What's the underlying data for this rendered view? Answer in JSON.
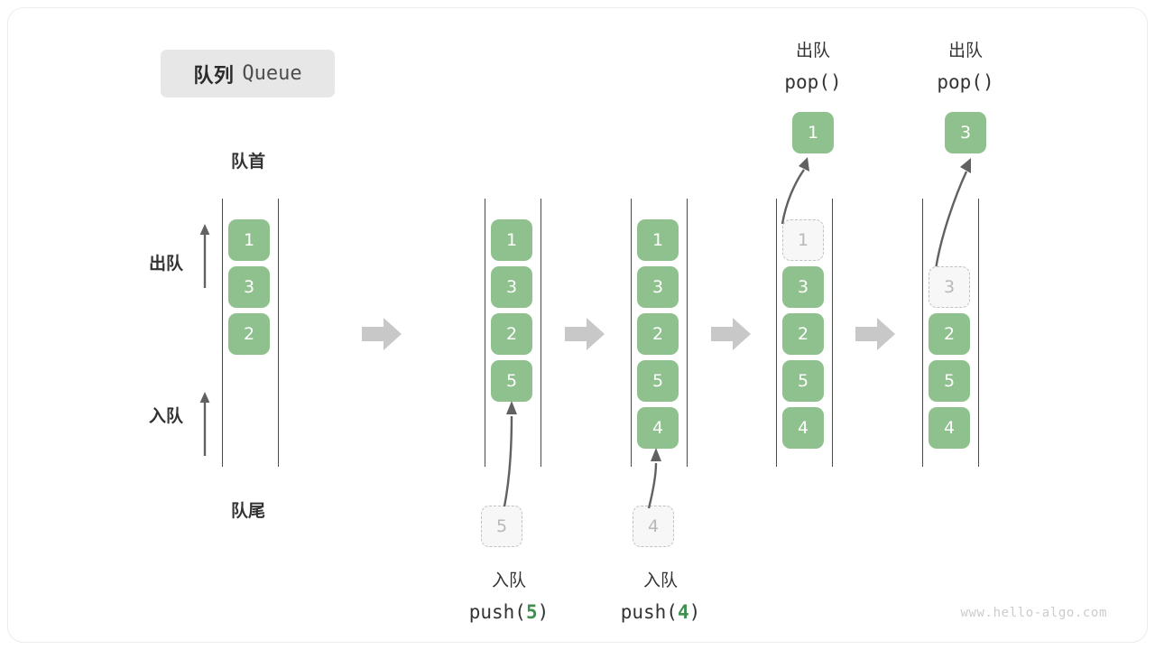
{
  "figure": {
    "title_cn": "队列",
    "title_en": "Queue",
    "watermark": "www.hello-algo.com"
  },
  "labels": {
    "front": "队首",
    "rear": "队尾",
    "dequeue": "出队",
    "enqueue": "入队"
  },
  "colors": {
    "cell_fill": "#8ec18d",
    "cell_text": "#ffffff",
    "ghost_fill": "#f7f7f7",
    "ghost_border": "#c2c2c2",
    "ghost_text": "#b8b8b8",
    "rail": "#4a4a4a",
    "arrow": "#616161",
    "step_arrow": "#c8c8c8",
    "accent_num": "#3f8f4f",
    "chip_bg": "#e7e7e7"
  },
  "chart_data": {
    "type": "diagram",
    "title": "队列 Queue",
    "description": "Queue push/pop sequence shown as five vertical states read top(front) to bottom(rear)",
    "states": [
      {
        "id": "initial",
        "cells": [
          "1",
          "3",
          "2"
        ],
        "ghost_index": null
      },
      {
        "id": "push5",
        "cells": [
          "1",
          "3",
          "2",
          "5"
        ],
        "ghost_index": null
      },
      {
        "id": "push4",
        "cells": [
          "1",
          "3",
          "2",
          "5",
          "4"
        ],
        "ghost_index": null
      },
      {
        "id": "pop1",
        "cells": [
          "1",
          "3",
          "2",
          "5",
          "4"
        ],
        "ghost_index": 0
      },
      {
        "id": "pop3",
        "cells": [
          "3",
          "2",
          "5",
          "4"
        ],
        "ghost_index": 0
      }
    ],
    "operations": [
      {
        "after_state": "initial",
        "op": "push",
        "arg": "5",
        "label_cn": "入队",
        "label_code": "push(5)",
        "incoming_ghost": "5"
      },
      {
        "after_state": "push5",
        "op": "push",
        "arg": "4",
        "label_cn": "入队",
        "label_code": "push(4)",
        "incoming_ghost": "4"
      },
      {
        "after_state": "push4",
        "op": "pop",
        "arg": "",
        "label_cn": "出队",
        "label_code": "pop()",
        "popped_value": "1"
      },
      {
        "after_state": "pop1",
        "op": "pop",
        "arg": "",
        "label_cn": "出队",
        "label_code": "pop()",
        "popped_value": "3"
      }
    ]
  },
  "columns": {
    "c1": {
      "cells": [
        "1",
        "3",
        "2"
      ]
    },
    "c2": {
      "cells": [
        "1",
        "3",
        "2",
        "5"
      ],
      "incoming": "5",
      "caption_cn": "入队",
      "caption_code_pre": "push(",
      "caption_code_num": "5",
      "caption_code_post": ")"
    },
    "c3": {
      "cells": [
        "1",
        "3",
        "2",
        "5",
        "4"
      ],
      "incoming": "4",
      "caption_cn": "入队",
      "caption_code_pre": "push(",
      "caption_code_num": "4",
      "caption_code_post": ")"
    },
    "c4": {
      "ghost": "1",
      "cells": [
        "3",
        "2",
        "5",
        "4"
      ],
      "popped": "1",
      "caption_cn": "出队",
      "caption_code": "pop()"
    },
    "c5": {
      "ghost": "3",
      "cells": [
        "2",
        "5",
        "4"
      ],
      "popped": "3",
      "caption_cn": "出队",
      "caption_code": "pop()"
    }
  }
}
